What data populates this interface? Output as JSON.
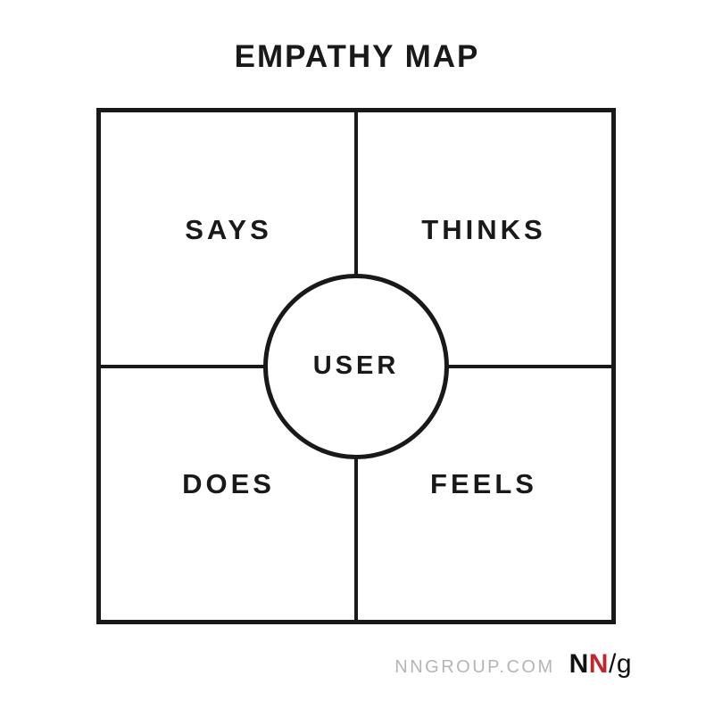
{
  "title": "EMPATHY MAP",
  "diagram": {
    "center_label": "USER",
    "quadrants": [
      {
        "id": "says",
        "label": "SAYS",
        "position": "top-left"
      },
      {
        "id": "thinks",
        "label": "THINKS",
        "position": "top-right"
      },
      {
        "id": "does",
        "label": "DOES",
        "position": "bottom-left"
      },
      {
        "id": "feels",
        "label": "FEELS",
        "position": "bottom-right"
      }
    ]
  },
  "footer": {
    "website": "NNGROUP.COM",
    "logo": {
      "n1": "N",
      "n2": "N",
      "slash": "/",
      "g": "g"
    }
  },
  "colors": {
    "ink": "#191919",
    "logo_black": "#111111",
    "logo_red": "#c0272d",
    "muted_gray": "#b5b5b5",
    "background": "#ffffff"
  }
}
